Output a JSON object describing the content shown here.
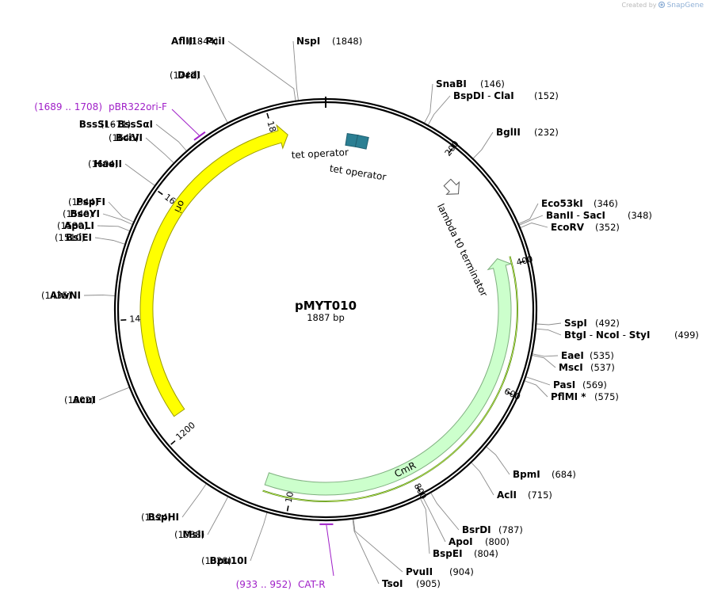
{
  "brand": {
    "prefix": "Created by",
    "name": "SnapGene"
  },
  "plasmid": {
    "name": "pMYT010",
    "length_label": "1887 bp",
    "length": 1887
  },
  "ticks": [
    "200",
    "400",
    "600",
    "800",
    "1000",
    "1200",
    "1400",
    "1600",
    "1800"
  ],
  "sites": [
    {
      "name": "AflIII",
      "pos": "(1844)",
      "bp": 1844
    },
    {
      "name": "PciI",
      "bp": 1844
    },
    {
      "name": "NspI",
      "pos": "(1848)",
      "bp": 1848
    },
    {
      "name": "DrdI",
      "pos": "(1742)",
      "bp": 1742
    },
    {
      "name": "BssSI",
      "pos": "(1671)",
      "bp": 1671
    },
    {
      "name": "BssSαI",
      "bp": 1671
    },
    {
      "name": "BciVI",
      "pos": "(1646)",
      "bp": 1646
    },
    {
      "name": "HaeII",
      "pos": "(1604)",
      "bp": 1604
    },
    {
      "name": "PspFI",
      "pos": "(1544)",
      "bp": 1544
    },
    {
      "name": "BseYI",
      "pos": "(1540)",
      "bp": 1540
    },
    {
      "name": "ApaLI",
      "pos": "(1530)",
      "bp": 1530
    },
    {
      "name": "BsiEI",
      "pos": "(1510)",
      "bp": 1510
    },
    {
      "name": "AlwNI",
      "pos": "(1435)",
      "bp": 1435
    },
    {
      "name": "AcuI",
      "pos": "(1302)",
      "bp": 1302
    },
    {
      "name": "BspHI",
      "pos": "(1124)",
      "bp": 1124
    },
    {
      "name": "MslI",
      "pos": "(1088)",
      "bp": 1088
    },
    {
      "name": "Bpu10I",
      "pos": "(1028)",
      "bp": 1028
    },
    {
      "name": "SnaBI",
      "pos": "(146)",
      "bp": 146
    },
    {
      "name": "BspDI",
      "pos": "(152)",
      "bp": 152
    },
    {
      "name": "ClaI",
      "bp": 152
    },
    {
      "name": "BglII",
      "pos": "(232)",
      "bp": 232
    },
    {
      "name": "Eco53kI",
      "pos": "(346)",
      "bp": 346
    },
    {
      "name": "BanII",
      "pos": "(348)",
      "bp": 348
    },
    {
      "name": "SacI",
      "bp": 348
    },
    {
      "name": "EcoRV",
      "pos": "(352)",
      "bp": 352
    },
    {
      "name": "SspI",
      "pos": "(492)",
      "bp": 492
    },
    {
      "name": "BtgI",
      "pos": "(499)",
      "bp": 499
    },
    {
      "name": "NcoI",
      "bp": 499
    },
    {
      "name": "StyI",
      "bp": 499
    },
    {
      "name": "EaeI",
      "pos": "(535)",
      "bp": 535
    },
    {
      "name": "MscI",
      "pos": "(537)",
      "bp": 537
    },
    {
      "name": "PasI",
      "pos": "(569)",
      "bp": 569
    },
    {
      "name": "PflMI *",
      "pos": "(575)",
      "bp": 575
    },
    {
      "name": "BpmI",
      "pos": "(684)",
      "bp": 684
    },
    {
      "name": "AclI",
      "pos": "(715)",
      "bp": 715
    },
    {
      "name": "BsrDI",
      "pos": "(787)",
      "bp": 787
    },
    {
      "name": "ApoI",
      "pos": "(800)",
      "bp": 800
    },
    {
      "name": "BspEI",
      "pos": "(804)",
      "bp": 804
    },
    {
      "name": "PvuII",
      "pos": "(904)",
      "bp": 904
    },
    {
      "name": "TsoI",
      "pos": "(905)",
      "bp": 905
    }
  ],
  "primers": [
    {
      "range": "(1689 .. 1708)",
      "name": "pBR322ori-F",
      "start": 1689,
      "end": 1708
    },
    {
      "range": "(933 .. 952)",
      "name": "CAT-R",
      "start": 933,
      "end": 952
    }
  ],
  "features": [
    {
      "name": "ori",
      "color": "#ffff00",
      "stroke": "#9c9c00",
      "start": 1231,
      "end": 1823,
      "direction": "forward"
    },
    {
      "name": "CmR",
      "color": "#ccffcc",
      "stroke": "#7fb07f",
      "start": 385,
      "end": 1044,
      "direction": "reverse"
    },
    {
      "name": "tet operator",
      "color": "#2b7f93",
      "bp": 46
    },
    {
      "name": "tet operator",
      "color": "#2b7f93",
      "bp": 64
    },
    {
      "name": "lambda t0 terminator",
      "color": "#ffffff",
      "bp": 240
    }
  ],
  "colors": {
    "primer": "#a020c8",
    "ring": "#000000",
    "cds_line": "#3a7a00"
  }
}
